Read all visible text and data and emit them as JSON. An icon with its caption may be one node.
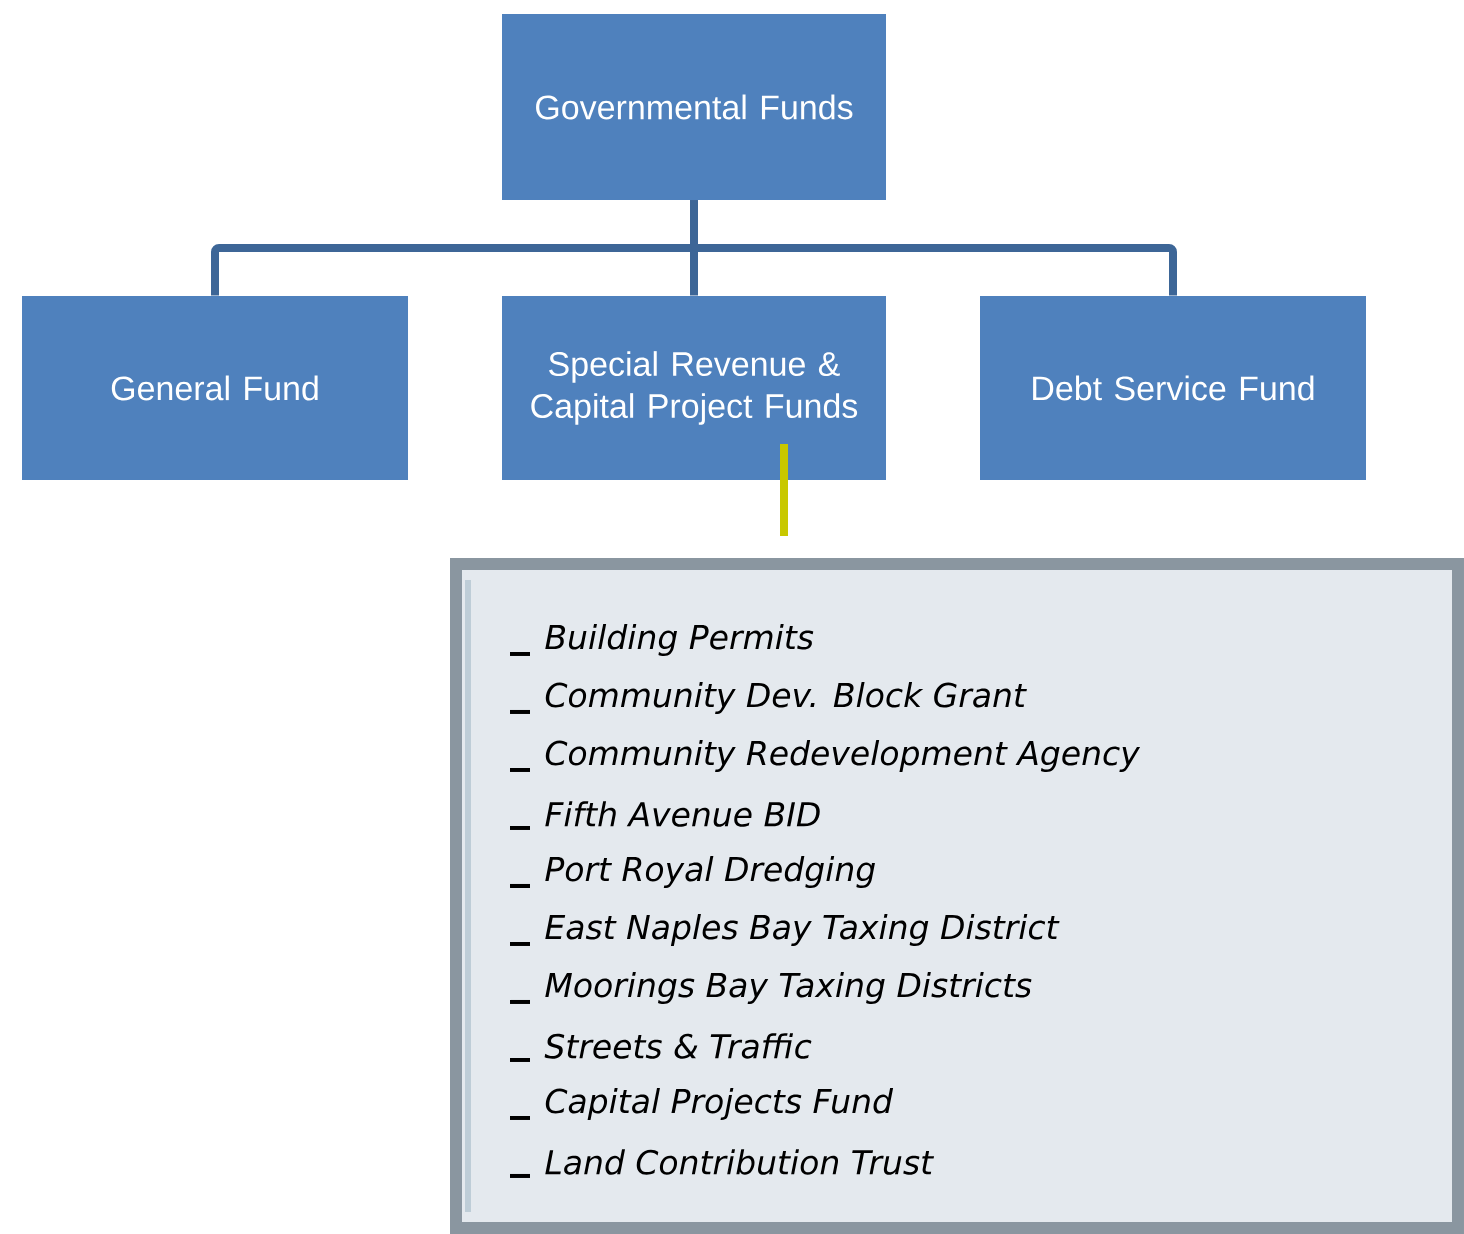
{
  "diagram": {
    "nodes": [
      {
        "text": [
          "Governmental Funds"
        ]
      },
      {
        "text": [
          "General Fund"
        ]
      },
      {
        "text": [
          "Special Revenue & Capital Project Funds"
        ]
      },
      {
        "text": [
          "Debt Service Fund"
        ]
      },
      {
        "text": [
          "Building Permits",
          "Community Dev.  Block Grant",
          "Community Redevelopment Agency",
          "Fifth Avenue BID",
          "Port Royal Dredging",
          "East Naples Bay Taxing District",
          "Moorings Bay Taxing Districts",
          "Streets & Traffic",
          "Capital Projects Fund",
          "Land Contribution Trust"
        ]
      }
    ],
    "edges": [
      {
        "from": 0,
        "to": 1,
        "arrow": "none"
      },
      {
        "from": 0,
        "to": 2,
        "arrow": "none"
      },
      {
        "from": 0,
        "to": 3,
        "arrow": "none"
      },
      {
        "from": 2,
        "to": 4,
        "arrow": "none",
        "color": "#c8c800"
      }
    ]
  }
}
